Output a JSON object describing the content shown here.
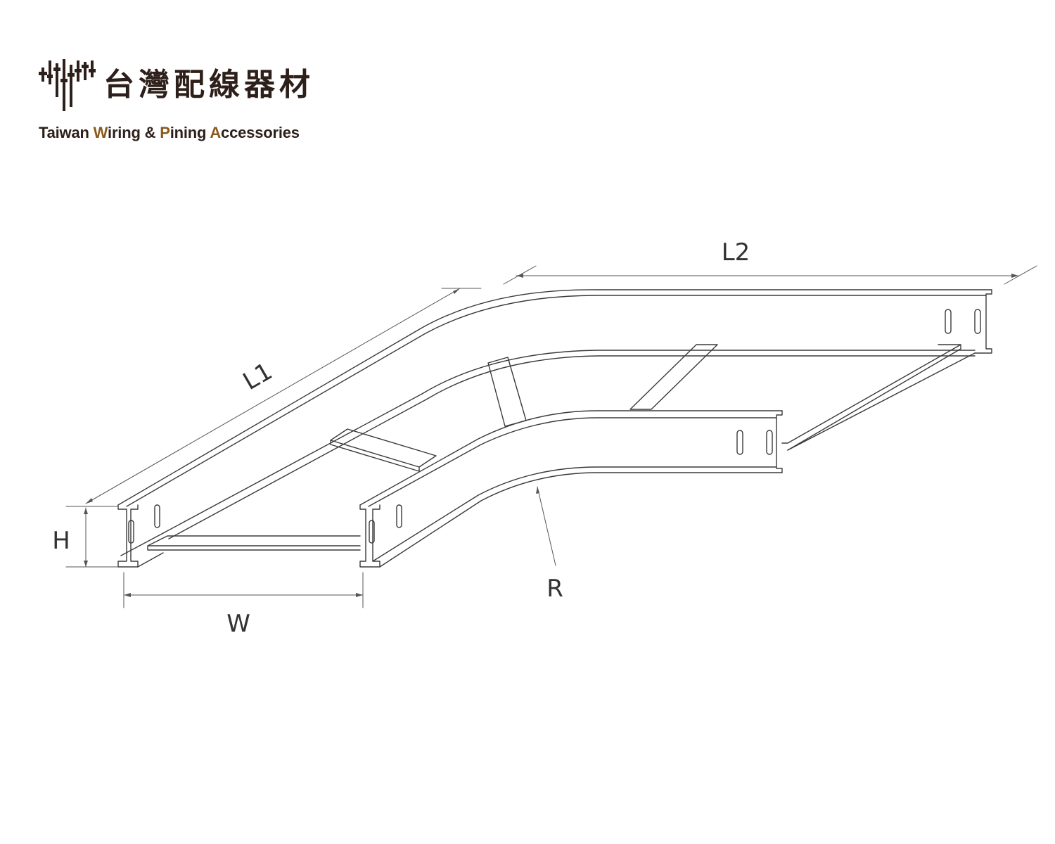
{
  "logo": {
    "name_zh": "台灣配線器材",
    "name_en_parts": [
      {
        "text": "Taiwan ",
        "accent": false
      },
      {
        "text": "W",
        "accent": true
      },
      {
        "text": "iring & ",
        "accent": false
      },
      {
        "text": "P",
        "accent": true
      },
      {
        "text": "ining ",
        "accent": false
      },
      {
        "text": "A",
        "accent": true
      },
      {
        "text": "ccessories",
        "accent": false
      }
    ],
    "colors": {
      "dark": "#2d1f1a",
      "accent": "#8a5a1e"
    }
  },
  "diagram": {
    "subject": "cable ladder horizontal bend",
    "dimensions": {
      "L1": "L1",
      "L2": "L2",
      "H": "H",
      "W": "W",
      "R": "R"
    }
  }
}
